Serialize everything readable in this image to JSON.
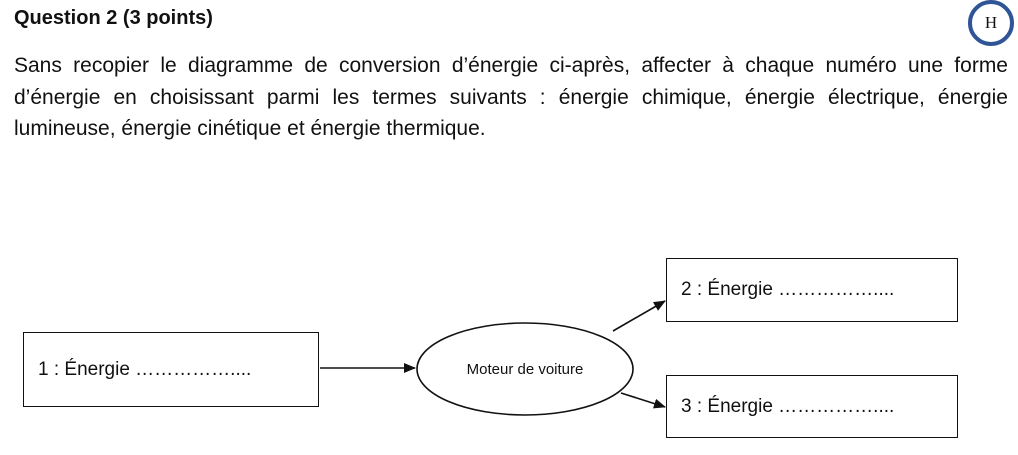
{
  "question": {
    "heading": "Question 2 (3 points)",
    "badge": "H",
    "statement": "Sans recopier le diagramme de conversion d’énergie ci-après, affecter à chaque numéro une forme d’énergie en choisissant parmi les termes suivants : énergie chimique, énergie électrique, énergie lumineuse, énergie cinétique et énergie thermique."
  },
  "diagram": {
    "input_box": "1 : Énergie ……………....",
    "converter": "Moteur de voiture",
    "output_box_top": "2 : Énergie ……………....",
    "output_box_bottom": "3 : Énergie ……………...."
  },
  "colors": {
    "badge_ring": "#2f5597",
    "text": "#111111"
  }
}
